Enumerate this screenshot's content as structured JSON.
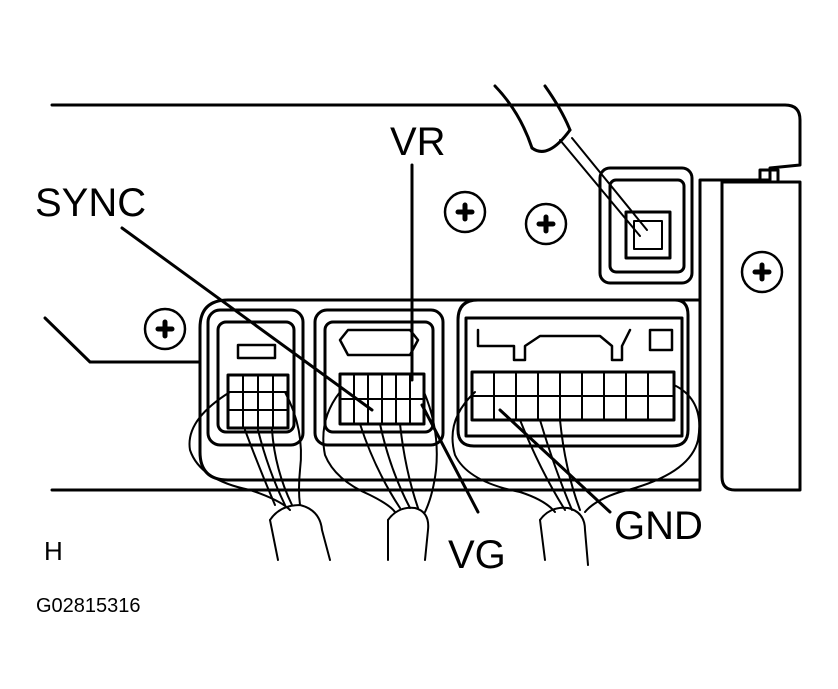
{
  "labels": {
    "vr": "VR",
    "sync": "SYNC",
    "vg": "VG",
    "gnd": "GND",
    "view": "H",
    "figure_id": "G02815316"
  },
  "colors": {
    "line": "#000000",
    "background": "#ffffff"
  }
}
